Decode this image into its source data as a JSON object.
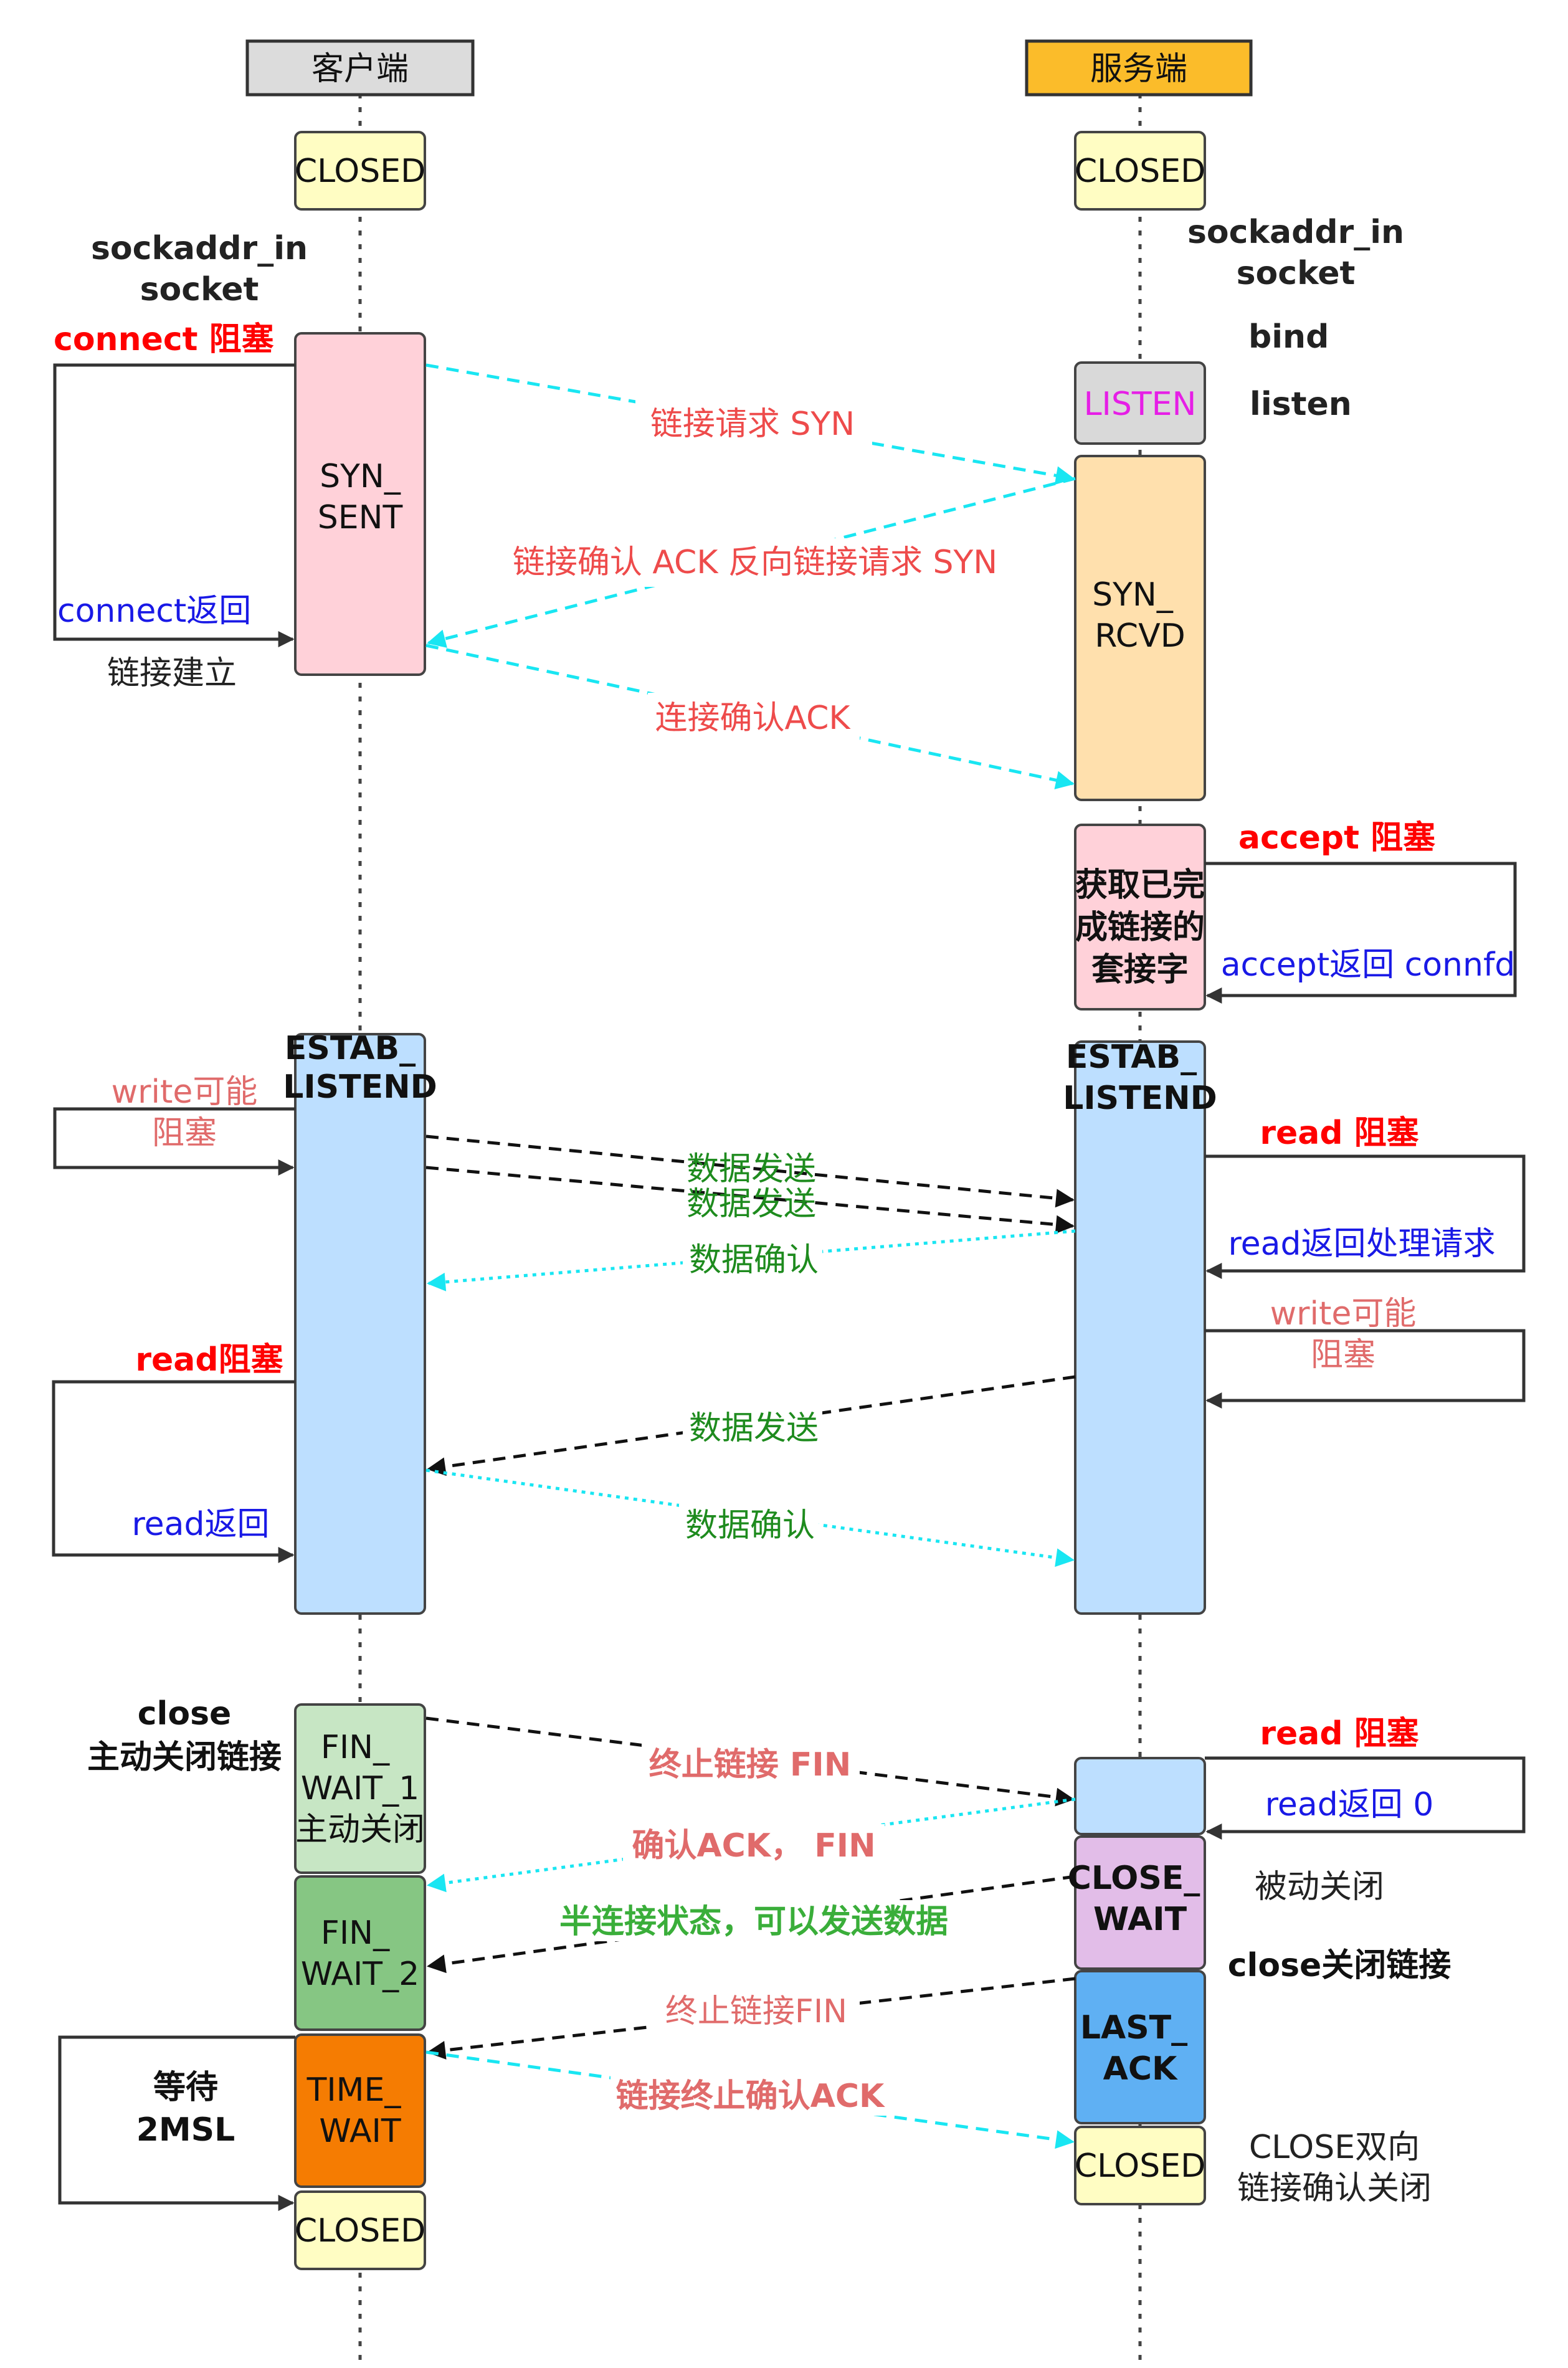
{
  "colors": {
    "cyan": "#19e6f2",
    "black": "#111111",
    "red": "#ff0000",
    "link_red": "#ee4b4b",
    "blue": "#1919e6",
    "pink": "#e06b6b",
    "green": "#1e8b1e",
    "bright_green": "#3aae3a",
    "magenta": "#e61ee6",
    "dark": "#222222"
  },
  "headers": {
    "client": "客户端",
    "server": "服务端"
  },
  "states": {
    "c_closed": "CLOSED",
    "s_closed": "CLOSED",
    "listen": "LISTEN",
    "syn_sent_1": "SYN_",
    "syn_sent_2": "SENT",
    "syn_rcvd_1": "SYN_",
    "syn_rcvd_2": "RCVD",
    "acc_1": "获取已完",
    "acc_2": "成链接的",
    "acc_3": "套接字",
    "c_est_1": "ESTAB_",
    "c_est_2": "LISTEND",
    "s_est_1": "ESTAB_",
    "s_est_2": "LISTEND",
    "fw1_1": "FIN_",
    "fw1_2": "WAIT_1",
    "fw1_3": "主动关闭",
    "fw2_1": "FIN_",
    "fw2_2": "WAIT_2",
    "tw_1": "TIME_",
    "tw_2": "WAIT",
    "c_closed2": "CLOSED",
    "cw_1": "CLOSE_",
    "cw_2": "WAIT",
    "la_1": "LAST_",
    "la_2": "ACK",
    "s_closed2": "CLOSED"
  },
  "client_labels": {
    "sock1": "sockaddr_in",
    "sock2": "socket",
    "connect_block": "connect 阻塞",
    "connect_return": "connect返回",
    "established": "链接建立",
    "write_1": "write可能",
    "write_2": "阻塞",
    "read_block": "read阻塞",
    "read_return": "read返回",
    "close": "close",
    "active_close": "主动关闭链接",
    "wait_1": "等待",
    "wait_2": "2MSL"
  },
  "server_labels": {
    "sock1": "sockaddr_in",
    "sock2": "socket",
    "bind": "bind",
    "listen": "listen",
    "accept_block": "accept 阻塞",
    "accept_return": "accept返回 connfd",
    "read_block": "read 阻塞",
    "read_return": "read返回处理请求",
    "write_1": "write可能",
    "write_2": "阻塞",
    "read_block2": "read 阻塞",
    "read_return0": "read返回 0",
    "passive_close": "被动关闭",
    "close_link": "close关闭链接",
    "close_both_1": "CLOSE双向",
    "close_both_2": "链接确认关闭"
  },
  "messages": {
    "syn": "链接请求 SYN",
    "syn_ack": "链接确认 ACK 反向链接请求 SYN",
    "ack": "连接确认ACK",
    "data1": "数据发送",
    "data2": "数据发送",
    "data_ack1": "数据确认",
    "data3": "数据发送",
    "data_ack2": "数据确认",
    "fin1": "终止链接 FIN",
    "ack_fin": "确认ACK， FIN",
    "half": "半连接状态，可以发送数据",
    "fin2": "终止链接FIN",
    "final_ack": "链接终止确认ACK"
  }
}
